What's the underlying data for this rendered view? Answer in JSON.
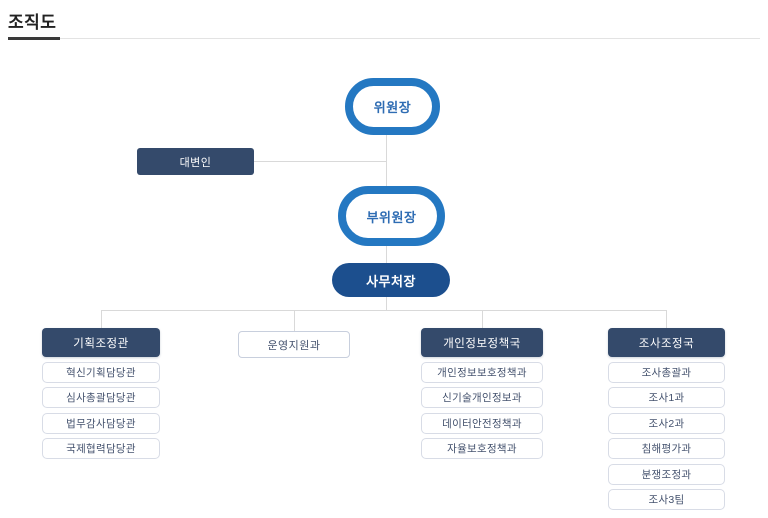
{
  "page": {
    "title": "조직도"
  },
  "colors": {
    "oval_ring": "#2478c2",
    "oval_text": "#2e6cb3",
    "dark_box": "#344a6b",
    "pill_box": "#1c4f8e",
    "light_box_border": "#ccd3e0",
    "light_box_text": "#44526e",
    "connector_line": "#d9d9d9"
  },
  "org": {
    "chairman": "위원장",
    "spokesperson": "대변인",
    "vice_chairman": "부위원장",
    "secretary_general": "사무처장",
    "branches": [
      {
        "label": "기획조정관",
        "style": "dark",
        "children": [
          "혁신기획담당관",
          "심사총괄담당관",
          "법무감사담당관",
          "국제협력담당관"
        ]
      },
      {
        "label": "운영지원과",
        "style": "light",
        "children": []
      },
      {
        "label": "개인정보정책국",
        "style": "dark",
        "children": [
          "개인정보보호정책과",
          "신기술개인정보과",
          "데이터안전정책과",
          "자율보호정책과"
        ]
      },
      {
        "label": "조사조정국",
        "style": "dark",
        "children": [
          "조사총괄과",
          "조사1과",
          "조사2과",
          "침해평가과",
          "분쟁조정과",
          "조사3팀"
        ]
      }
    ]
  }
}
